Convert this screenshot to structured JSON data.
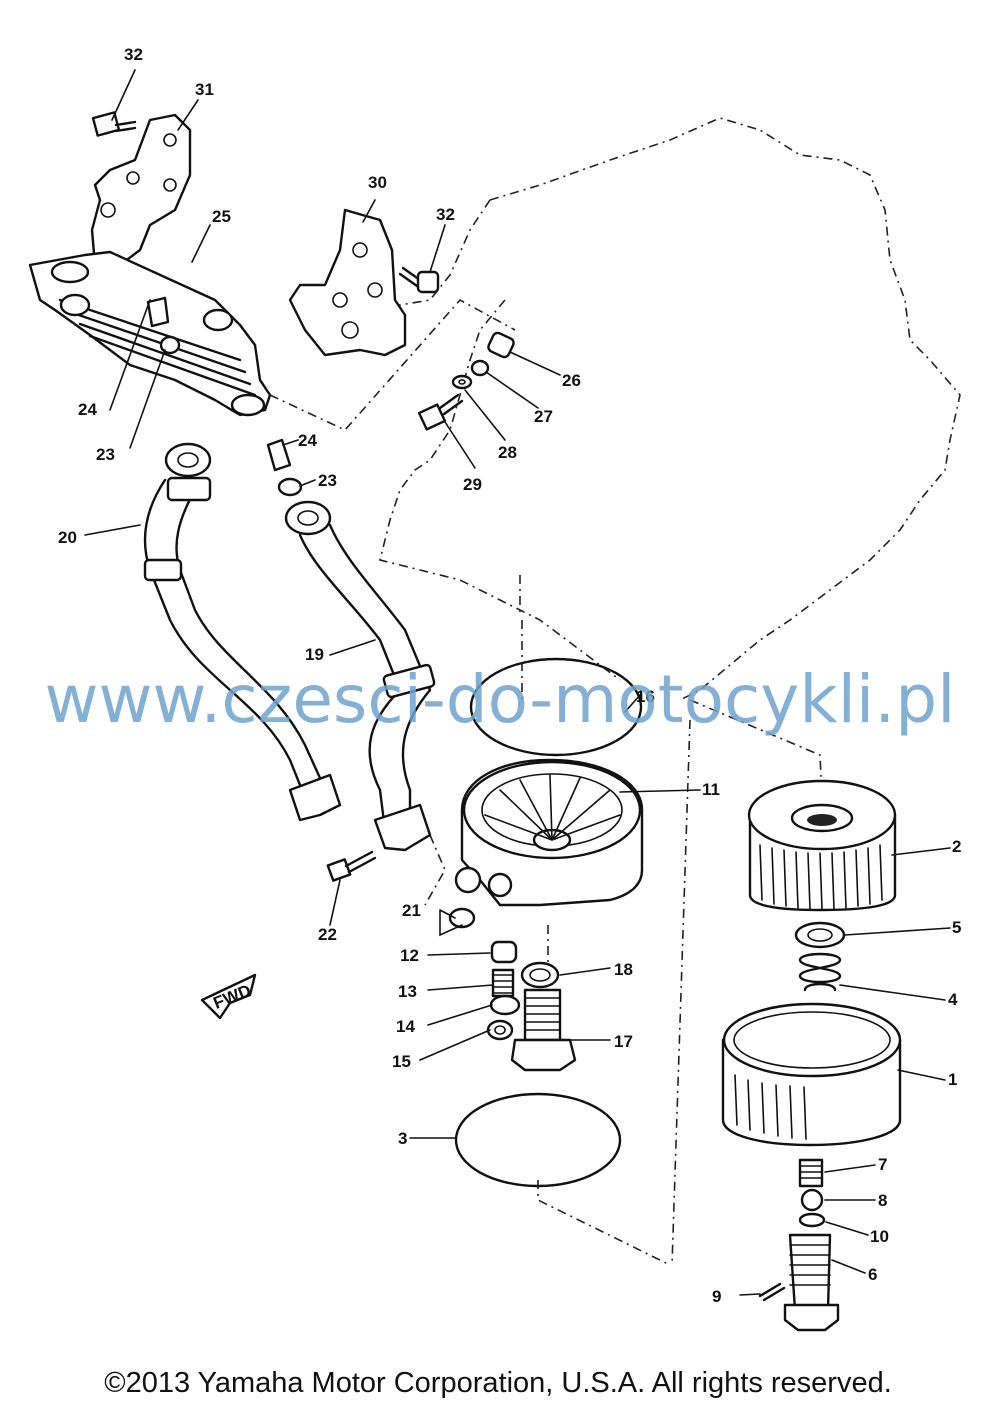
{
  "diagram": {
    "watermark": "www.czesci-do-motocykli.pl",
    "copyright": "©2013 Yamaha Motor Corporation, U.S.A. All rights reserved.",
    "fwd_label": "FWD",
    "callouts": {
      "n1": "1",
      "n2": "2",
      "n3": "3",
      "n4": "4",
      "n5": "5",
      "n6": "6",
      "n7": "7",
      "n8": "8",
      "n9": "9",
      "n10": "10",
      "n11": "11",
      "n12": "12",
      "n13": "13",
      "n14": "14",
      "n15": "15",
      "n16": "16",
      "n17": "17",
      "n18": "18",
      "n19": "19",
      "n20": "20",
      "n21": "21",
      "n22": "22",
      "n23a": "23",
      "n23b": "23",
      "n24a": "24",
      "n24b": "24",
      "n25": "25",
      "n26": "26",
      "n27": "27",
      "n28": "28",
      "n29": "29",
      "n30": "30",
      "n31": "31",
      "n32a": "32",
      "n32b": "32"
    }
  }
}
